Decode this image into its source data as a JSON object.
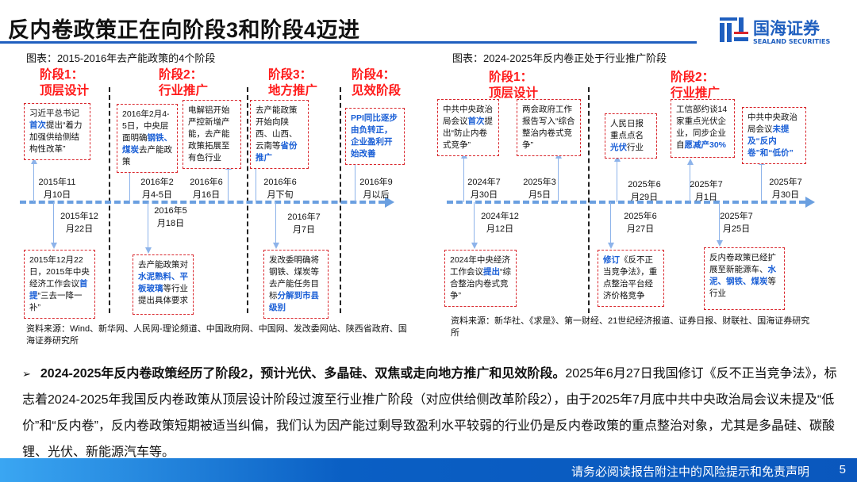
{
  "header": {
    "title": "反内卷政策正在向阶段3和阶段4迈进",
    "logo": {
      "cn": "国海证券",
      "en": "SEALAND SECURITIES",
      "brand_color": "#1f5fbf",
      "accent_color": "#d9262c"
    }
  },
  "left_chart": {
    "title": "图表：2015-2016年去产能政策的4个阶段",
    "stages": [
      {
        "line1": "阶段1：",
        "line2": "顶层设计"
      },
      {
        "line1": "阶段2：",
        "line2": "行业推广"
      },
      {
        "line1": "阶段3：",
        "line2": "地方推广"
      },
      {
        "line1": "阶段4：",
        "line2": "见效阶段"
      }
    ],
    "events": [
      {
        "date1": "2015年11",
        "date2": "月10日",
        "text": [
          {
            "t": "习近平总书记"
          },
          {
            "t": "首次",
            "hl": true
          },
          {
            "t": "提出“着力加强供给侧结构性改革”"
          }
        ]
      },
      {
        "date1": "2015年12",
        "date2": "月22日",
        "text": [
          {
            "t": "2015年12月22日，2015年中央经济工作会议"
          },
          {
            "t": "首提",
            "hl": true
          },
          {
            "t": "“三去一降一补”"
          }
        ]
      },
      {
        "date1": "2016年2",
        "date2": "月4-5日",
        "text": [
          {
            "t": "2016年2月4-5日，中央层面明确"
          },
          {
            "t": "钢铁、煤炭",
            "hl": true
          },
          {
            "t": "去产能政策"
          }
        ]
      },
      {
        "date1": "2016年5",
        "date2": "月18日",
        "text": [
          {
            "t": "去产能政策对"
          },
          {
            "t": "水泥熟料、平板玻璃",
            "hl": true
          },
          {
            "t": "等行业提出具体要求"
          }
        ]
      },
      {
        "date1": "2016年6",
        "date2": "月16日",
        "text": [
          {
            "t": "电解铝开始严控新增产能，去产能政策拓展至有色行业"
          }
        ]
      },
      {
        "date1": "2016年6",
        "date2": "月下旬",
        "text": [
          {
            "t": "去产能政策开始向陕西、山西、云南等"
          },
          {
            "t": "省份推广",
            "hl": true
          }
        ]
      },
      {
        "date1": "2016年7",
        "date2": "月7日",
        "text": [
          {
            "t": "发改委明确将钢铁、煤炭等去产能任务目标"
          },
          {
            "t": "分解到市县级别",
            "hl": true
          }
        ]
      },
      {
        "date1": "2016年9",
        "date2": "月以后",
        "text": [
          {
            "t": "PPI同比逐步由负转正，企业盈利开始改善",
            "hl": true
          }
        ]
      }
    ],
    "source": "资料来源：Wind、新华网、人民网-理论频道、中国政府网、中国网、发改委网站、陕西省政府、国海证券研究所"
  },
  "right_chart": {
    "title": "图表：2024-2025年反内卷正处于行业推广阶段",
    "stages": [
      {
        "line1": "阶段1：",
        "line2": "顶层设计"
      },
      {
        "line1": "阶段2：",
        "line2": "行业推广"
      }
    ],
    "events": [
      {
        "date1": "2024年7",
        "date2": "月30日",
        "text": [
          {
            "t": "中共中央政治局会议"
          },
          {
            "t": "首次",
            "hl": true
          },
          {
            "t": "提出“防止内卷式竞争”"
          }
        ]
      },
      {
        "date1": "2024年12",
        "date2": "月12日",
        "text": [
          {
            "t": "2024年中央经济工作会议"
          },
          {
            "t": "提出",
            "hl": true
          },
          {
            "t": "“综合整治内卷式竞争”"
          }
        ]
      },
      {
        "date1": "2025年3",
        "date2": "月5日",
        "text": [
          {
            "t": "两会政府工作报告写入“综合整治内卷式竞争”"
          }
        ]
      },
      {
        "date1": "2025年6",
        "date2": "月27日",
        "text": [
          {
            "t": "修订",
            "hl": true
          },
          {
            "t": "《反不正当竞争法》，重点整治平台经济价格竞争"
          }
        ]
      },
      {
        "date1": "2025年6",
        "date2": "月29日",
        "text": [
          {
            "t": "人民日报重点点名"
          },
          {
            "t": "光伏",
            "hl": true
          },
          {
            "t": "行业"
          }
        ]
      },
      {
        "date1": "2025年7",
        "date2": "月1日",
        "text": [
          {
            "t": "工信部约谈14家重点光伏企业，同步企业自"
          },
          {
            "t": "愿减产30%",
            "hl": true
          }
        ]
      },
      {
        "date1": "2025年7",
        "date2": "月25日",
        "text": [
          {
            "t": "反内卷政策已经扩展至新能源车、"
          },
          {
            "t": "水泥、钢铁、煤炭",
            "hl": true
          },
          {
            "t": "等行业"
          }
        ]
      },
      {
        "date1": "2025年7",
        "date2": "月30日",
        "text": [
          {
            "t": "中共中央政治局会议"
          },
          {
            "t": "未提及“反内卷”和“低价”",
            "hl": true
          }
        ]
      }
    ],
    "source": "资料来源：新华社、《求是》、第一财经、21世纪经济报道、证券日报、财联社、国海证券研究所"
  },
  "summary": {
    "bullet_icon": "arrow-bullet-icon",
    "bold": "2024-2025年反内卷政策经历了阶段2，预计光伏、多晶硅、双焦或走向地方推广和见效阶段。",
    "normal": "2025年6月27日我国修订《反不正当竞争法》，标志着2024-2025年我国反内卷政策从顶层设计阶段过渡至行业推广阶段（对应供给侧改革阶段2），由于2025年7月底中共中央政治局会议未提及“低价”和“反内卷”，反内卷政策短期被适当纠偏，我们认为因产能过剩导致盈利水平较弱的行业仍是反内卷政策的重点整治对象，尤其是多晶硅、碳酸锂、光伏、新能源汽车等。"
  },
  "footer": {
    "disclaimer": "请务必阅读报告附注中的风险提示和免责声明",
    "page": "5"
  }
}
